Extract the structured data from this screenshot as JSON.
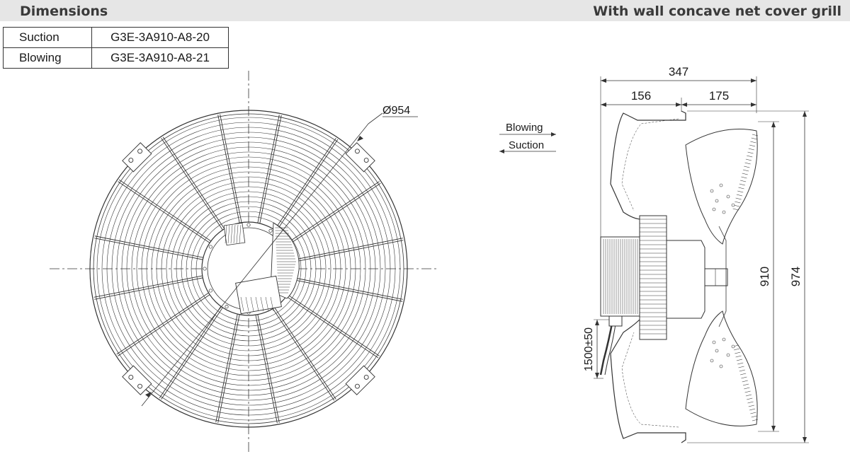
{
  "header": {
    "left_title": "Dimensions",
    "right_title": "With wall concave net cover grill"
  },
  "models": [
    {
      "label": "Suction",
      "code": "G3E-3A910-A8-20"
    },
    {
      "label": "Blowing",
      "code": "G3E-3A910-A8-21"
    }
  ],
  "front_view": {
    "diameter_label": "Ø954"
  },
  "side_view": {
    "airflow_labels": {
      "blowing": "Blowing",
      "suction": "Suction"
    },
    "dim_total_depth": "347",
    "dim_front_depth": "156",
    "dim_rear_depth": "175",
    "dim_inner_height": "910",
    "dim_outer_height": "974",
    "dim_cable_length": "1500±50"
  }
}
